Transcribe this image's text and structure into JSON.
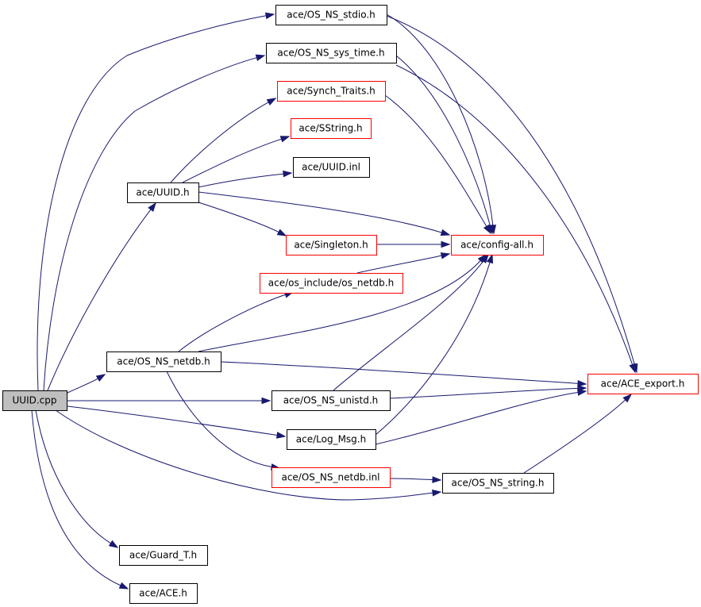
{
  "colors": {
    "edge": "#191970",
    "focus_fill": "#bfbfbf",
    "default_border": "#000000",
    "truncated_border": "#ff0000",
    "fill": "#ffffff",
    "text": "#000000"
  },
  "nodes": [
    {
      "id": "uuid_cpp",
      "label": "UUID.cpp",
      "style": "focus"
    },
    {
      "id": "stdio",
      "label": "ace/OS_NS_stdio.h",
      "style": "default"
    },
    {
      "id": "sys_time",
      "label": "ace/OS_NS_sys_time.h",
      "style": "default"
    },
    {
      "id": "synch_traits",
      "label": "ace/Synch_Traits.h",
      "style": "truncated"
    },
    {
      "id": "sstring",
      "label": "ace/SString.h",
      "style": "truncated"
    },
    {
      "id": "uuid_inl",
      "label": "ace/UUID.inl",
      "style": "default"
    },
    {
      "id": "uuid_h",
      "label": "ace/UUID.h",
      "style": "default"
    },
    {
      "id": "singleton",
      "label": "ace/Singleton.h",
      "style": "truncated"
    },
    {
      "id": "config_all",
      "label": "ace/config-all.h",
      "style": "truncated"
    },
    {
      "id": "os_netdb",
      "label": "ace/os_include/os_netdb.h",
      "style": "truncated"
    },
    {
      "id": "netdb_h",
      "label": "ace/OS_NS_netdb.h",
      "style": "default"
    },
    {
      "id": "ace_export",
      "label": "ace/ACE_export.h",
      "style": "truncated"
    },
    {
      "id": "unistd",
      "label": "ace/OS_NS_unistd.h",
      "style": "default"
    },
    {
      "id": "log_msg",
      "label": "ace/Log_Msg.h",
      "style": "default"
    },
    {
      "id": "netdb_inl",
      "label": "ace/OS_NS_netdb.inl",
      "style": "truncated"
    },
    {
      "id": "string_h",
      "label": "ace/OS_NS_string.h",
      "style": "default"
    },
    {
      "id": "guard_t",
      "label": "ace/Guard_T.h",
      "style": "default"
    },
    {
      "id": "ace_h",
      "label": "ace/ACE.h",
      "style": "default"
    }
  ],
  "edges": [
    {
      "from": "uuid_cpp",
      "to": "stdio"
    },
    {
      "from": "uuid_cpp",
      "to": "sys_time"
    },
    {
      "from": "uuid_cpp",
      "to": "uuid_h"
    },
    {
      "from": "uuid_cpp",
      "to": "netdb_h"
    },
    {
      "from": "uuid_cpp",
      "to": "unistd"
    },
    {
      "from": "uuid_cpp",
      "to": "log_msg"
    },
    {
      "from": "uuid_cpp",
      "to": "string_h"
    },
    {
      "from": "uuid_cpp",
      "to": "guard_t"
    },
    {
      "from": "uuid_cpp",
      "to": "ace_h"
    },
    {
      "from": "uuid_h",
      "to": "synch_traits"
    },
    {
      "from": "uuid_h",
      "to": "sstring"
    },
    {
      "from": "uuid_h",
      "to": "uuid_inl"
    },
    {
      "from": "uuid_h",
      "to": "singleton"
    },
    {
      "from": "uuid_h",
      "to": "config_all"
    },
    {
      "from": "stdio",
      "to": "config_all"
    },
    {
      "from": "stdio",
      "to": "ace_export"
    },
    {
      "from": "sys_time",
      "to": "config_all"
    },
    {
      "from": "sys_time",
      "to": "ace_export"
    },
    {
      "from": "synch_traits",
      "to": "config_all"
    },
    {
      "from": "singleton",
      "to": "config_all"
    },
    {
      "from": "os_netdb",
      "to": "config_all"
    },
    {
      "from": "netdb_h",
      "to": "os_netdb"
    },
    {
      "from": "netdb_h",
      "to": "config_all"
    },
    {
      "from": "netdb_h",
      "to": "ace_export"
    },
    {
      "from": "netdb_h",
      "to": "netdb_inl"
    },
    {
      "from": "unistd",
      "to": "config_all"
    },
    {
      "from": "unistd",
      "to": "ace_export"
    },
    {
      "from": "log_msg",
      "to": "config_all"
    },
    {
      "from": "log_msg",
      "to": "ace_export"
    },
    {
      "from": "netdb_inl",
      "to": "string_h"
    },
    {
      "from": "string_h",
      "to": "ace_export"
    }
  ]
}
